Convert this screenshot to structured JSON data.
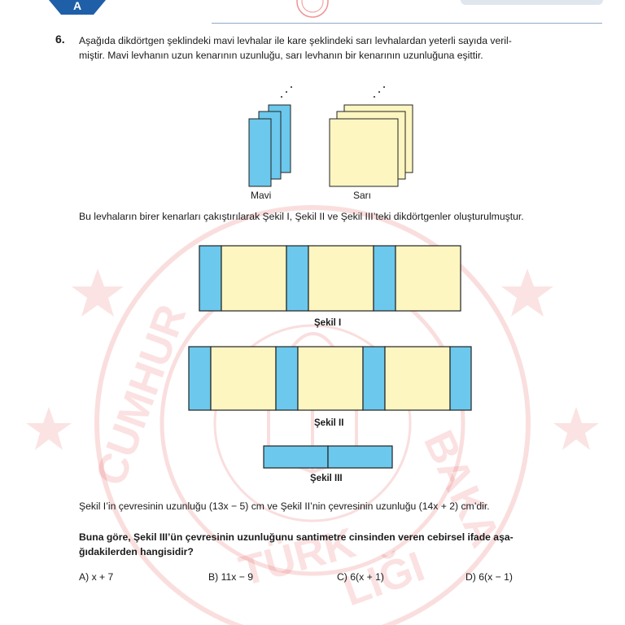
{
  "question": {
    "number": "6.",
    "intro_line1": "Aşağıda dikdörtgen şeklindeki mavi levhalar ile kare şeklindeki sarı levhalardan yeterli sayıda veril-",
    "intro_line2": "miştir. Mavi levhanın uzun kenarının uzunluğu, sarı levhanın bir kenarının uzunluğuna eşittir.",
    "label_blue": "Mavi",
    "label_yellow": "Sarı",
    "description": "Bu levhaların birer kenarları çakıştırılarak Şekil I, Şekil II ve Şekil III’teki dikdörtgenler oluşturulmuştur.",
    "sekil1": "Şekil I",
    "sekil2": "Şekil II",
    "sekil3": "Şekil III",
    "perimeters": "Şekil I’in çevresinin uzunluğu (13x − 5) cm ve Şekil II’nin çevresinin uzunluğu (14x + 2) cm’dir.",
    "prompt_line1": "Buna göre, Şekil III’ün çevresinin uzunluğunu santimetre cinsinden veren cebirsel ifade aşa-",
    "prompt_line2": "ğıdakilerden hangisidir?",
    "choices": [
      {
        "letter": "A)",
        "text": "x + 7"
      },
      {
        "letter": "B)",
        "text": "11x − 9"
      },
      {
        "letter": "C)",
        "text": "6(x + 1)"
      },
      {
        "letter": "D)",
        "text": "6(x − 1)"
      }
    ]
  },
  "colors": {
    "blue": "#6cc8ec",
    "yellow": "#fdf6c1",
    "watermark": "#e23b3b",
    "stroke": "#222222"
  },
  "watermark_text": "TÜRKİYE CUMHURİYETİ MİLLÎ EĞİTİM BAKANLIĞI",
  "header_badge": "A"
}
